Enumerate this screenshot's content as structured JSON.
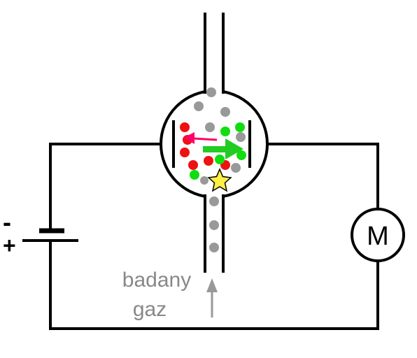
{
  "labels": {
    "minus": "-",
    "plus": "+",
    "meter": "M",
    "gas_line1": "badany",
    "gas_line2": "gaz"
  },
  "colors": {
    "line": "#000000",
    "gas_text": "#888888",
    "neutral_particle": "#999999",
    "positive_ion": "#ee1111",
    "electron": "#11dd11",
    "arrow_left": "#ff0066",
    "arrow_right": "#22cc22",
    "spark": "#ffee44",
    "gas_arrow": "#999999"
  }
}
